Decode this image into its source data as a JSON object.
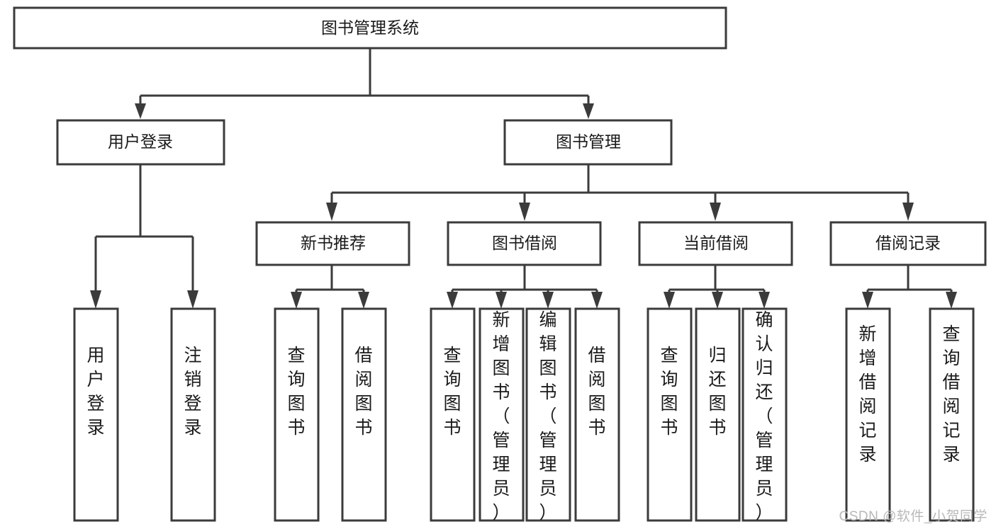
{
  "diagram": {
    "type": "tree",
    "title": "图书管理系统",
    "watermark": "CSDN @软件_小贺同学",
    "colors": {
      "box_stroke": "#3b3b3b",
      "box_fill": "#ffffff",
      "connector": "#3b3b3b",
      "text": "#1a1a1a",
      "watermark": "#b8b8b8",
      "background": "#ffffff"
    },
    "levels": {
      "root": "图书管理系统",
      "level2": [
        "用户登录",
        "图书管理"
      ],
      "level3": [
        "新书推荐",
        "图书借阅",
        "当前借阅",
        "借阅记录"
      ]
    },
    "nodes": {
      "root": {
        "label": "图书管理系统"
      },
      "user_login": {
        "label": "用户登录"
      },
      "book_mgmt": {
        "label": "图书管理"
      },
      "new_book_rec": {
        "label": "新书推荐"
      },
      "book_borrow": {
        "label": "图书借阅"
      },
      "current_borrow": {
        "label": "当前借阅"
      },
      "borrow_record": {
        "label": "借阅记录"
      }
    },
    "leaves": {
      "user_login": [
        {
          "label": "用户登录"
        },
        {
          "label": "注销登录"
        }
      ],
      "new_book_rec": [
        {
          "label": "查询图书"
        },
        {
          "label": "借阅图书"
        }
      ],
      "book_borrow": [
        {
          "label": "查询图书"
        },
        {
          "label": "新增图书（管理员）"
        },
        {
          "label": "编辑图书（管理员）"
        },
        {
          "label": "借阅图书"
        }
      ],
      "current_borrow": [
        {
          "label": "查询图书"
        },
        {
          "label": "归还图书"
        },
        {
          "label": "确认归还（管理员）"
        }
      ],
      "borrow_record": [
        {
          "label": "新增借阅记录"
        },
        {
          "label": "查询借阅记录"
        }
      ]
    }
  }
}
